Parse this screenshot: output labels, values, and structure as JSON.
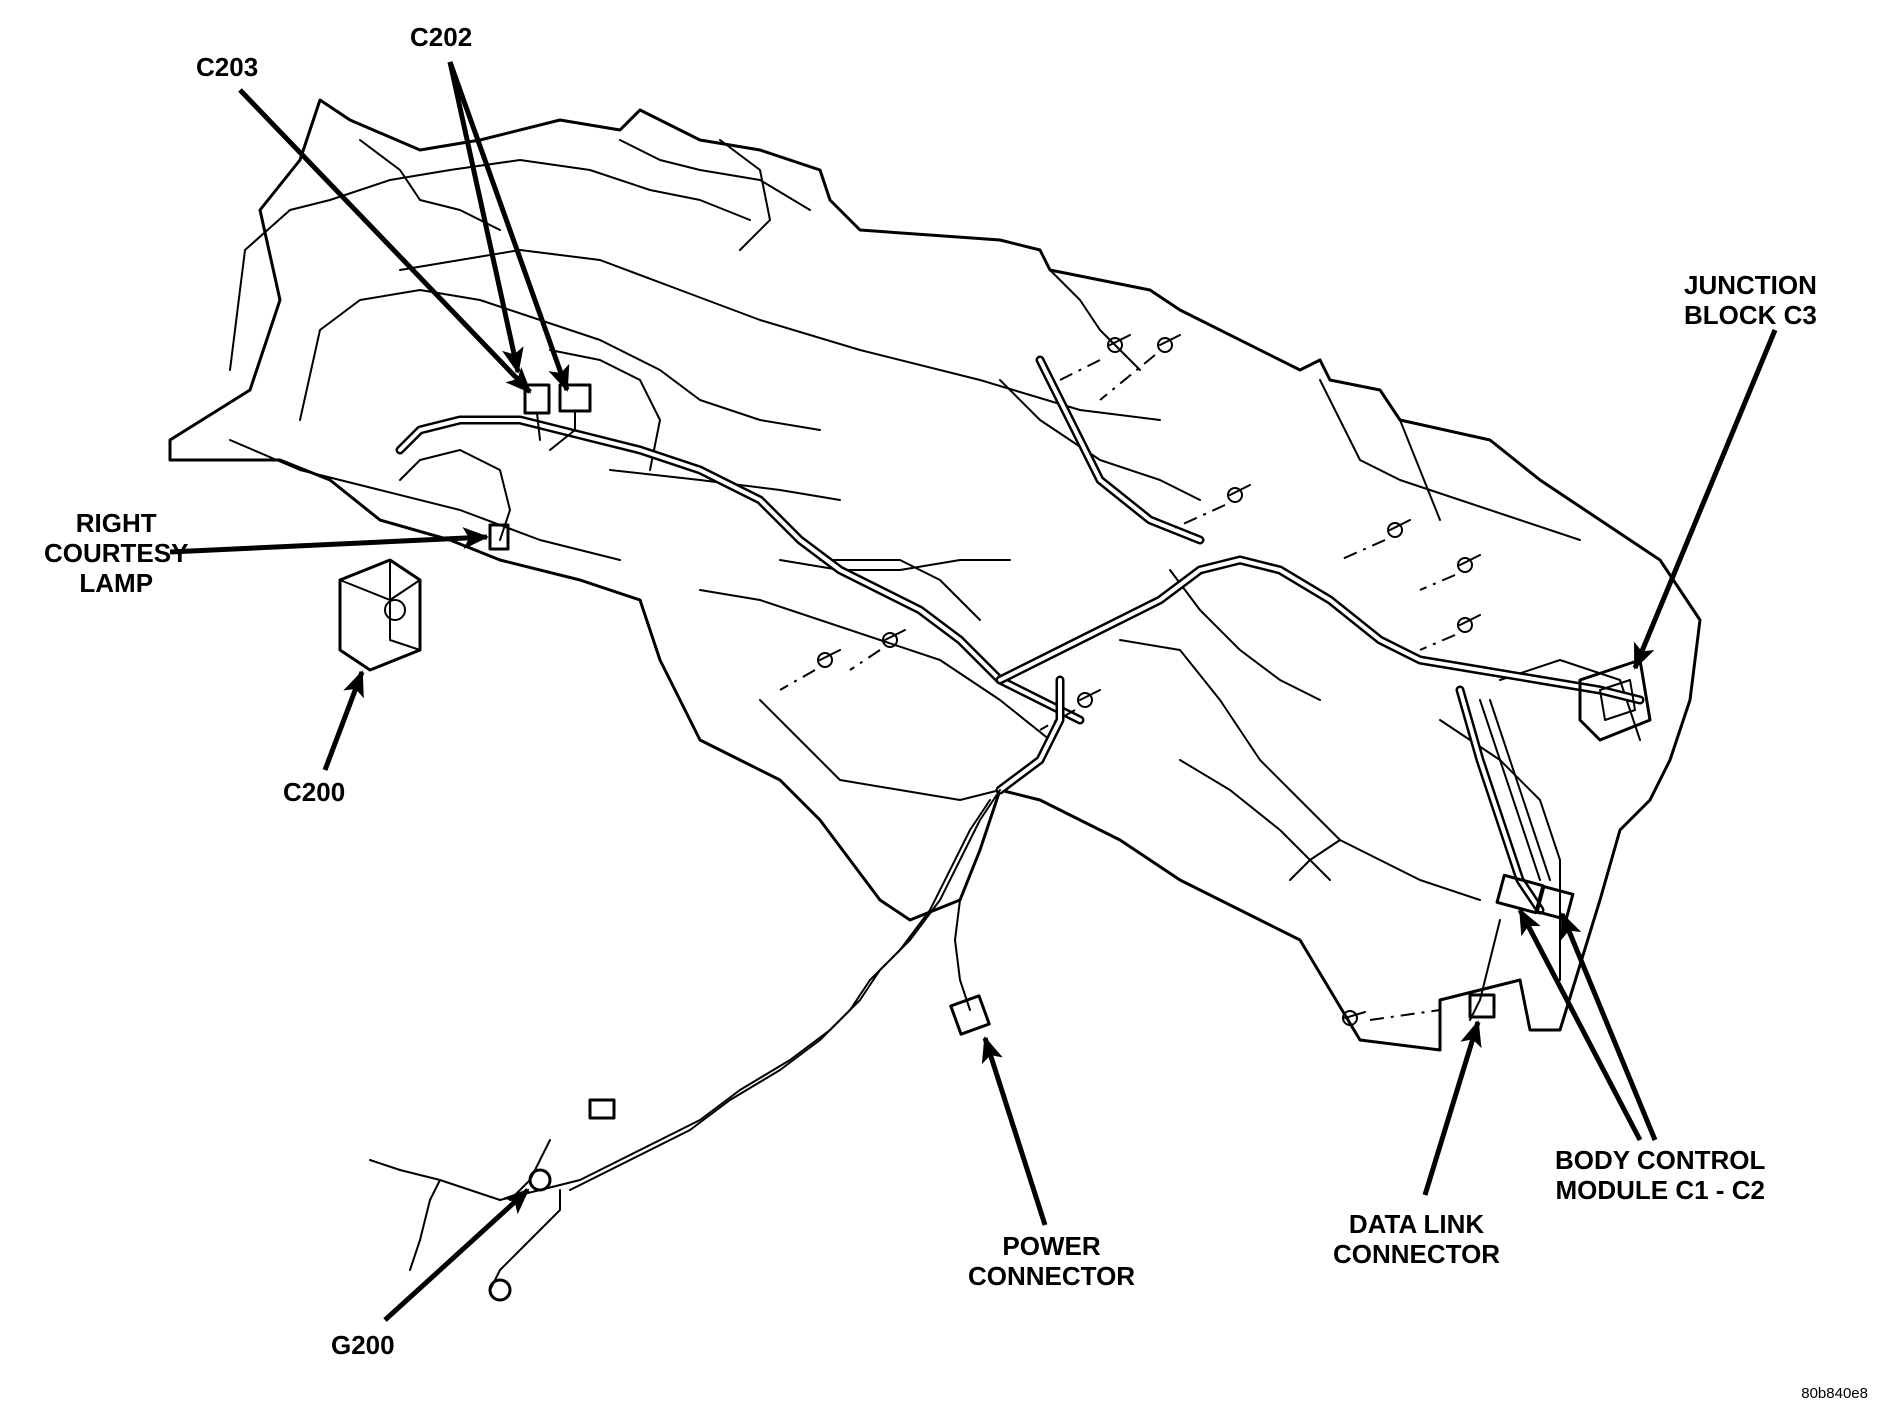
{
  "labels": {
    "c203": "C203",
    "c202": "C202",
    "junction_block_line1": "JUNCTION",
    "junction_block_line2": "BLOCK C3",
    "right_courtesy_line1": "RIGHT",
    "right_courtesy_line2": "COURTESY",
    "right_courtesy_line3": "LAMP",
    "c200": "C200",
    "power_line1": "POWER",
    "power_line2": "CONNECTOR",
    "data_link_line1": "DATA LINK",
    "data_link_line2": "CONNECTOR",
    "bcm_line1": "BODY CONTROL",
    "bcm_line2": "MODULE C1 - C2",
    "g200": "G200"
  },
  "figure_id": "80b840e8"
}
